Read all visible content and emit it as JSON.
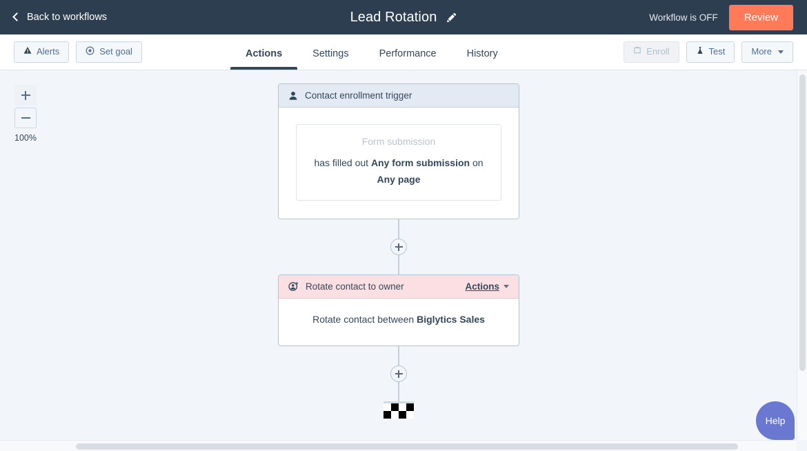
{
  "topbar": {
    "back_label": "Back to workflows",
    "back_icon": "chevron-left-icon",
    "title": "Lead Rotation",
    "edit_icon": "pencil-icon",
    "status_text": "Workflow is OFF",
    "review_label": "Review",
    "review_color": "#ff7a59",
    "bg_color": "#2d3e50"
  },
  "toolbar": {
    "left_buttons": [
      {
        "label": "Alerts",
        "icon": "warning-triangle-icon",
        "disabled": false
      },
      {
        "label": "Set goal",
        "icon": "target-icon",
        "disabled": false
      }
    ],
    "tabs": [
      {
        "label": "Actions",
        "active": true
      },
      {
        "label": "Settings",
        "active": false
      },
      {
        "label": "Performance",
        "active": false
      },
      {
        "label": "History",
        "active": false
      }
    ],
    "right_buttons": [
      {
        "label": "Enroll",
        "icon": "enroll-icon",
        "disabled": true
      },
      {
        "label": "Test",
        "icon": "flask-icon",
        "disabled": false
      },
      {
        "label": "More",
        "icon": "caret-down-icon",
        "disabled": false
      }
    ]
  },
  "canvas": {
    "zoom": {
      "plus_icon": "plus-icon",
      "minus_icon": "minus-icon",
      "level": "100%"
    },
    "trigger_card": {
      "icon": "contact-person-icon",
      "title": "Contact enrollment trigger",
      "filter_label": "Form submission",
      "sentence_prefix": "has filled out ",
      "sentence_bold_1": "Any form submission",
      "sentence_middle": " on ",
      "sentence_bold_2": "Any page"
    },
    "action_card": {
      "icon": "rotate-contact-icon",
      "title": "Rotate contact to owner",
      "actions_label": "Actions",
      "actions_caret_icon": "caret-down-icon",
      "body_prefix": "Rotate contact between ",
      "body_bold": "Biglytics Sales"
    },
    "add_step_icon": "plus-icon",
    "end_marker": "checkered-flag-icon",
    "help_label": "Help",
    "help_color": "#6a78d1"
  }
}
